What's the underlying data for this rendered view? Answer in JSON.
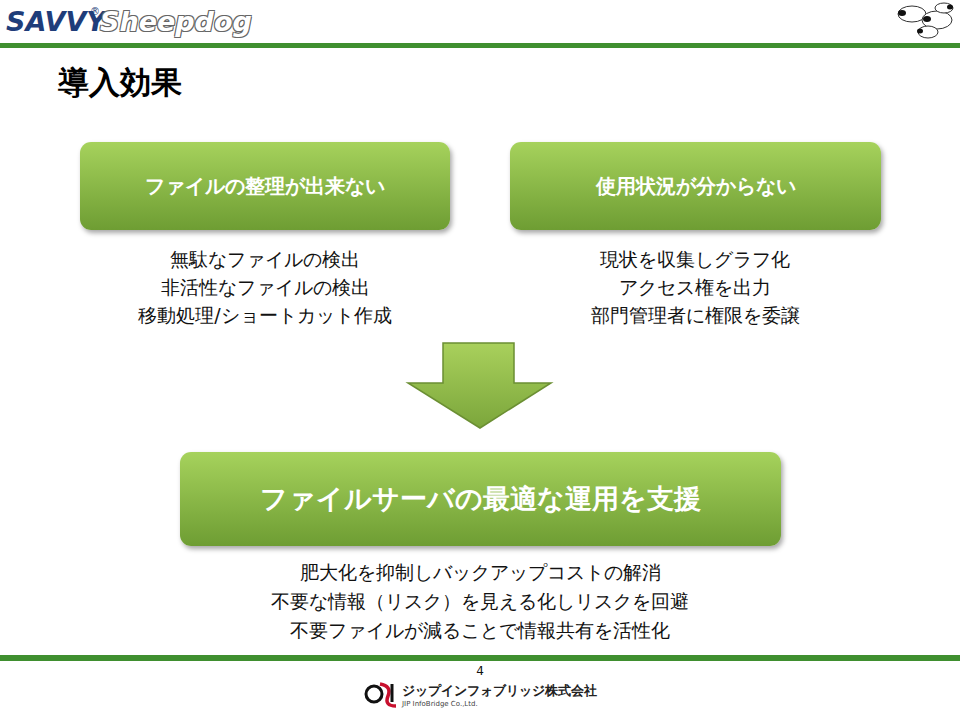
{
  "diagram": {
    "title": "導入効果",
    "nodes": [
      {
        "text": [
          "ファイルの整理が出来ない"
        ]
      },
      {
        "text": [
          "使用状況が分からない"
        ]
      },
      {
        "text": [
          "ファイルサーバの最適な運用を支援"
        ]
      }
    ],
    "labels": [
      "SAVVY",
      "®",
      "Sheepdog",
      "無駄なファイルの検出",
      "非活性なファイルの検出",
      "移動処理/ショートカット作成",
      "現状を収集しグラフ化",
      "アクセス権を出力",
      "部門管理者に権限を委譲",
      "肥大化を抑制しバックアップコストの解消",
      "不要な情報（リスク）を見える化しリスクを回避",
      "不要ファイルが減ることで情報共有を活性化",
      "4",
      "ジップインフォブリッジ株式会社",
      "JIP InfoBridge Co.,Ltd."
    ]
  }
}
